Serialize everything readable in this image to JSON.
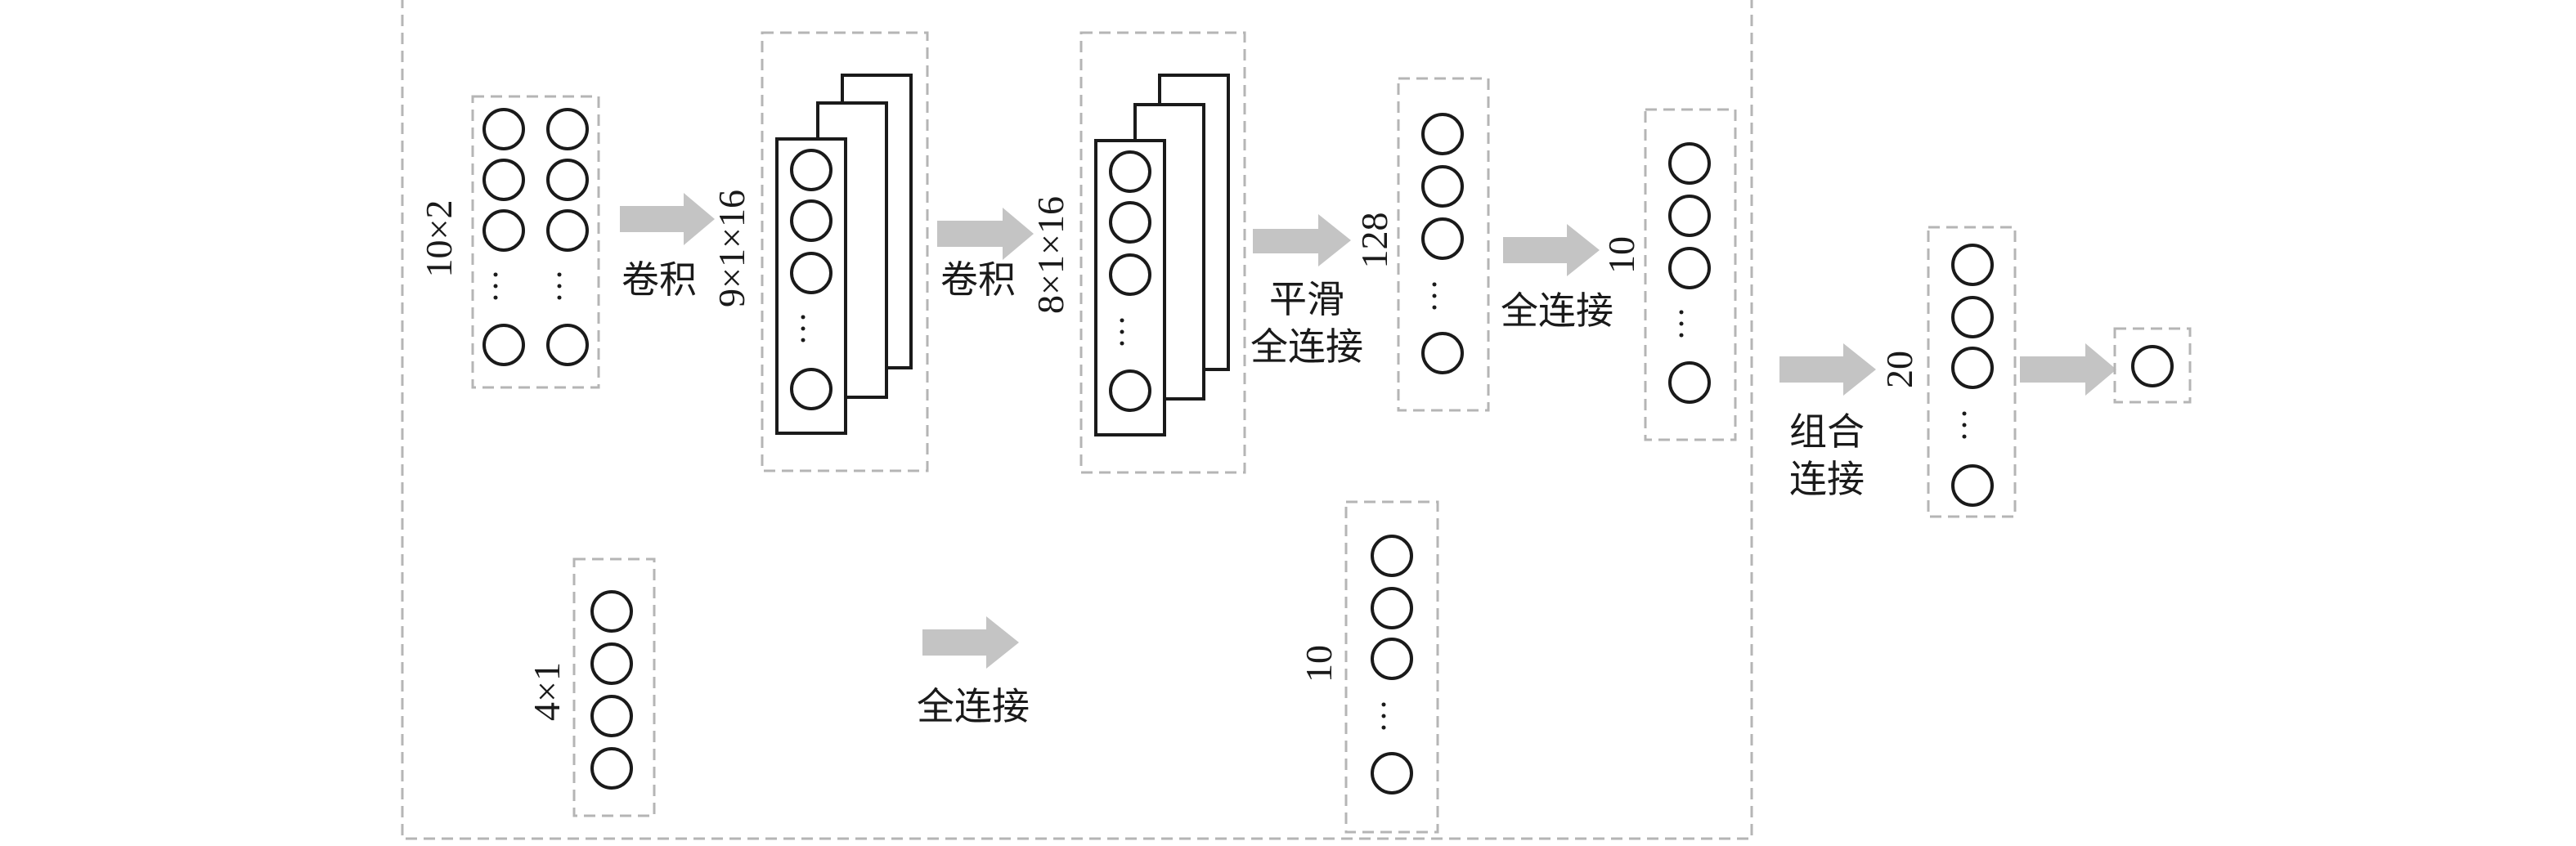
{
  "dims": {
    "input_branch1": "10×2",
    "conv1_out": "9×1×16",
    "conv2_out": "8×1×16",
    "flatten_out": "128",
    "fc1_out": "10",
    "input_branch2": "4×1",
    "fc2_out": "10",
    "combined": "20"
  },
  "ops": {
    "conv1": "卷积",
    "conv2": "卷积",
    "flatten_line1": "平滑",
    "flatten_line2": "全连接",
    "fc1": "全连接",
    "fc2": "全连接",
    "combine_line1": "组合",
    "combine_line2": "连接"
  },
  "ellipsis": "…"
}
